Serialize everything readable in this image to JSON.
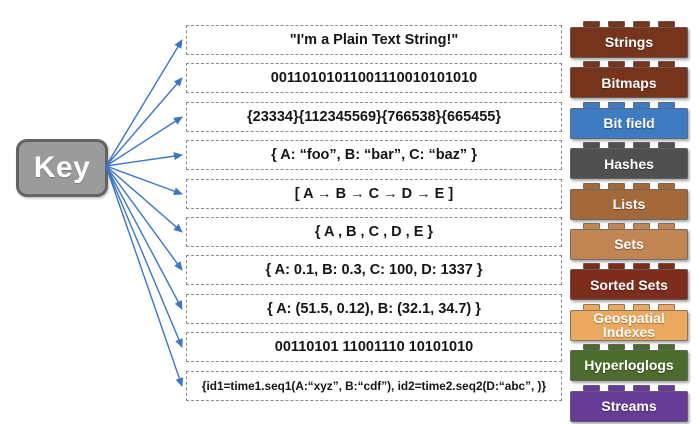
{
  "key": {
    "label": "Key"
  },
  "colors": {
    "arrow": "#3A76C4",
    "key_fill": "#9B9B9B",
    "key_border": "#636363",
    "dashed_border": "#8A8A8A"
  },
  "rows": [
    {
      "example": "\"I'm a Plain Text String!\"",
      "type": "Strings",
      "brick_color": "#76341C"
    },
    {
      "example": "00110101011001110010101010",
      "type": "Bitmaps",
      "brick_color": "#76341C"
    },
    {
      "example": "{23334}{112345569}{766538}{665455}",
      "type": "Bit field",
      "brick_color": "#3F7BC2"
    },
    {
      "example": "{ A: “foo”, B: “bar”, C: “baz”  }",
      "type": "Hashes",
      "brick_color": "#505050"
    },
    {
      "example": "[ A → B → C → D → E ]",
      "type": "Lists",
      "brick_color": "#A4693B"
    },
    {
      "example": "{ A , B , C , D , E }",
      "type": "Sets",
      "brick_color": "#C08553"
    },
    {
      "example": "{ A: 0.1, B: 0.3, C: 100, D: 1337 }",
      "type": "Sorted Sets",
      "brick_color": "#7C2D1C"
    },
    {
      "example": "{ A: (51.5, 0.12), B: (32.1, 34.7)  }",
      "type": "Geospatial Indexes",
      "brick_color": "#EBA95F"
    },
    {
      "example": "00110101 11001110 10101010",
      "type": "Hyperloglogs",
      "brick_color": "#4C6B2E"
    },
    {
      "example": "{id1=time1.seq1(A:“xyz”, B:“cdf”), id2=time2.seq2(D:“abc”, )}",
      "type": "Streams",
      "brick_color": "#663C97"
    }
  ]
}
